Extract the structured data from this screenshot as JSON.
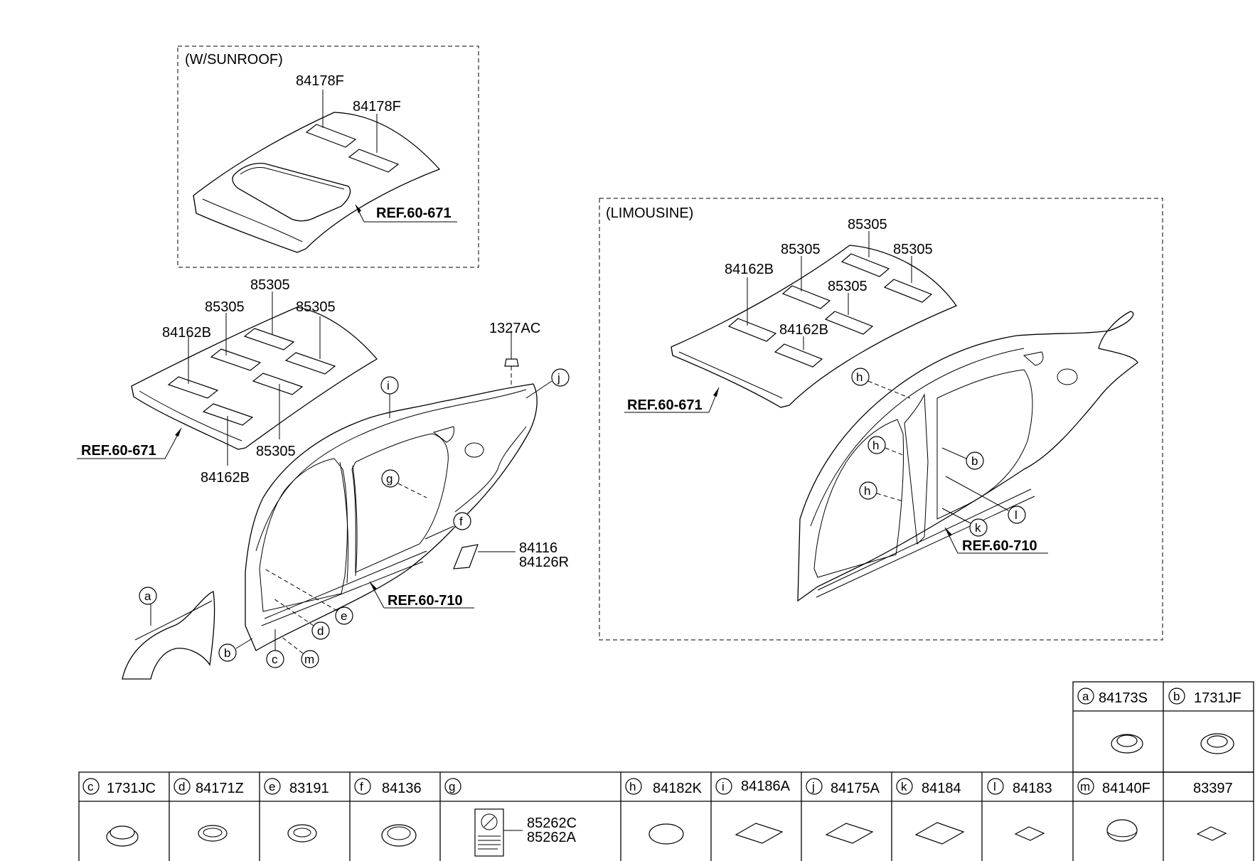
{
  "sunroof_box": {
    "title": "(W/SUNROOF)",
    "part_a": "84178F",
    "part_b": "84178F",
    "ref": "REF.60-671"
  },
  "main_roof": {
    "p_top": "85305",
    "p_left": "85305",
    "p_right": "85305",
    "p_bottom": "85305",
    "p_b1": "84162B",
    "p_b2": "84162B",
    "ref": "REF.60-671"
  },
  "main_side": {
    "nut": "1327AC",
    "pad1": "84116",
    "pad2": "84126R",
    "ref": "REF.60-710",
    "callouts": [
      "a",
      "b",
      "c",
      "d",
      "e",
      "f",
      "g",
      "i",
      "j",
      "m"
    ]
  },
  "limousine_box": {
    "title": "(LIMOUSINE)",
    "p1": "85305",
    "p2": "85305",
    "p3": "85305",
    "p4": "85305",
    "p_b1": "84162B",
    "p_b2": "84162B",
    "ref_roof": "REF.60-671",
    "ref_side": "REF.60-710",
    "callouts": [
      "h",
      "h",
      "h",
      "b",
      "k",
      "l"
    ]
  },
  "legend_top": [
    {
      "key": "a",
      "part": "84173S"
    },
    {
      "key": "b",
      "part": "1731JF"
    }
  ],
  "legend_bottom": [
    {
      "key": "c",
      "part": "1731JC"
    },
    {
      "key": "d",
      "part": "84171Z"
    },
    {
      "key": "e",
      "part": "83191"
    },
    {
      "key": "f",
      "part": "84136"
    },
    {
      "key": "g",
      "part": ""
    },
    {
      "key": "h",
      "part": "84182K"
    },
    {
      "key": "i",
      "part": "84186A"
    },
    {
      "key": "j",
      "part": "84175A"
    },
    {
      "key": "k",
      "part": "84184"
    },
    {
      "key": "l",
      "part": "84183"
    },
    {
      "key": "m",
      "part": "84140F"
    },
    {
      "key": "",
      "part": "83397"
    }
  ],
  "label_g": {
    "line1": "85262C",
    "line2": "85262A"
  }
}
